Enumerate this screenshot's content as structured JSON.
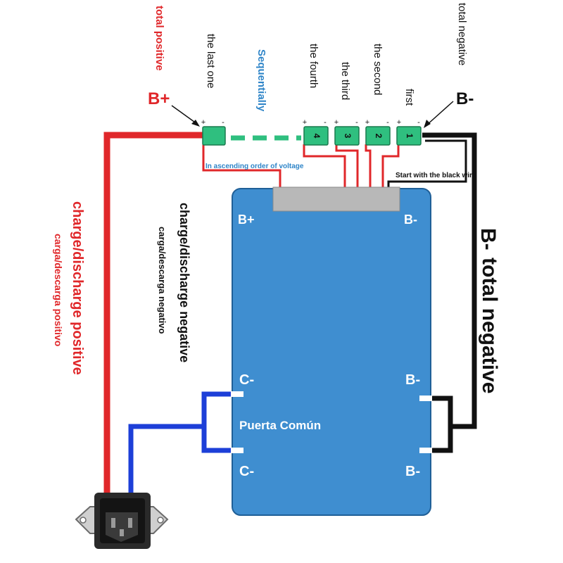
{
  "colors": {
    "board": "#3f8ed0",
    "board_edge": "#1f5f97",
    "connector": "#b8b8b8",
    "cell": "#2fbf7f",
    "cell_edge": "#1a7a4e",
    "red_wire": "#e0272a",
    "black_wire": "#111111",
    "blue_wire": "#1d3fd8",
    "label_blue": "#2f85c8",
    "pad_white": "#ffffff"
  },
  "top": {
    "total_positive": "total positive",
    "b_plus": "B+",
    "total_negative": "total negative",
    "b_minus": "B-",
    "sequentially": "Sequentially",
    "ascending_note": "In ascending order of voltage",
    "black_wire_note": "Start with the black wire"
  },
  "cells": [
    {
      "name": "the last one",
      "mark": ""
    },
    {
      "name": "the fourth",
      "mark": "4"
    },
    {
      "name": "the third",
      "mark": "3"
    },
    {
      "name": "the second",
      "mark": "2"
    },
    {
      "name": "first",
      "mark": "1"
    }
  ],
  "polarity": {
    "plus": "+",
    "minus": "-"
  },
  "board": {
    "b_plus": "B+",
    "b_minus_top": "B-",
    "c_minus_top": "C-",
    "c_minus_bottom": "C-",
    "b_minus_mid": "B-",
    "b_minus_bottom": "B-",
    "common_port": "Puerta Común"
  },
  "side_labels": {
    "pos_en": "charge/discharge positive",
    "pos_es": "carga/descarga positivo",
    "neg_en": "charge/discharge negative",
    "neg_es": "carga/descarga negativo",
    "total_neg_symbol": "B-",
    "total_neg_text": "total negative"
  },
  "icons": {
    "power_socket": "power-inlet-socket-icon"
  }
}
